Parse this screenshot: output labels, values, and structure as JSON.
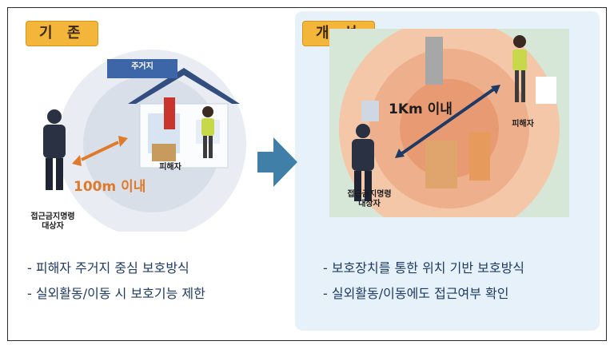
{
  "before": {
    "badge": "기 존",
    "residence_label": "주거지",
    "victim_label": "피해자",
    "distance_label": "100m 이내",
    "subject_label_line1": "접근금지명령",
    "subject_label_line2": "대상자",
    "bullets": [
      "- 피해자 주거지 중심 보호방식",
      "- 실외활동/이동 시 보호기능 제한"
    ]
  },
  "after": {
    "badge": "개 선",
    "distance_label": "1Km 이내",
    "victim_label": "피해자",
    "subject_label_line1": "접근금지명령",
    "subject_label_line2": "대상자",
    "bullets": [
      "- 보호장치를 통한 위치 기반 보호방식",
      "- 실외활동/이동에도 접근여부 확인"
    ]
  },
  "colors": {
    "badge": "#f3b53a",
    "arrow": "#3f7fa8",
    "text_blue": "#1f3a64",
    "accent_orange": "#e07a2a",
    "panel_bg": "#e6f1fa"
  }
}
